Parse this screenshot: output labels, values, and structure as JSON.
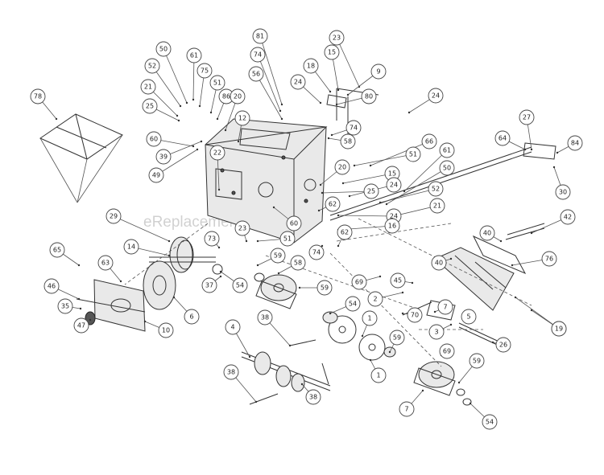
{
  "diagram": {
    "watermark": "eReplacementParts.com",
    "callouts": [
      "50",
      "61",
      "81",
      "23",
      "74",
      "52",
      "15",
      "75",
      "9",
      "18",
      "24",
      "21",
      "51",
      "56",
      "86",
      "80",
      "78",
      "25",
      "20",
      "24",
      "12",
      "74",
      "27",
      "66",
      "58",
      "64",
      "84",
      "51",
      "61",
      "60",
      "39",
      "49",
      "20",
      "15",
      "50",
      "52",
      "24",
      "25",
      "62",
      "30",
      "21",
      "24",
      "22",
      "29",
      "60",
      "16",
      "65",
      "14",
      "73",
      "51",
      "42",
      "62",
      "40",
      "63",
      "23",
      "59",
      "74",
      "58",
      "76",
      "40",
      "46",
      "54",
      "69",
      "45",
      "35",
      "2",
      "59",
      "37",
      "7",
      "54",
      "70",
      "47",
      "10",
      "6",
      "38",
      "1",
      "5",
      "59",
      "4",
      "38",
      "3",
      "26",
      "1",
      "69",
      "59",
      "38",
      "7",
      "54",
      "19",
      "19"
    ]
  }
}
